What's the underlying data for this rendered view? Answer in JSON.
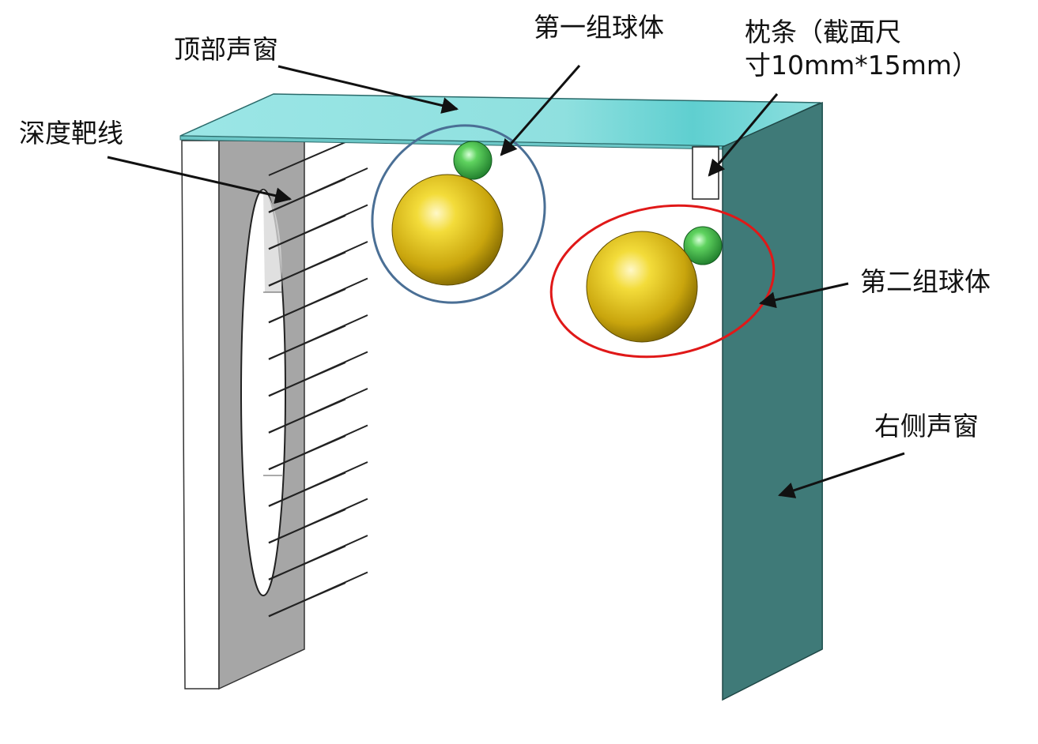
{
  "labels": {
    "top_window": "顶部声窗",
    "depth_target_lines": "深度靶线",
    "sphere_group_1": "第一组球体",
    "pillow_strip_line1": "枕条（截面尺",
    "pillow_strip_line2": "寸10mm*15mm）",
    "sphere_group_2": "第二组球体",
    "right_window": "右侧声窗"
  },
  "colors": {
    "top_window": "#8fe0df",
    "right_window": "#3f7a78",
    "left_panel": "#a6a6a6",
    "group1_ellipse": "#4a6f95",
    "group2_ellipse": "#e01818",
    "large_sphere": "#e6c21a",
    "small_sphere": "#39b54a",
    "target_line": "#222222"
  }
}
